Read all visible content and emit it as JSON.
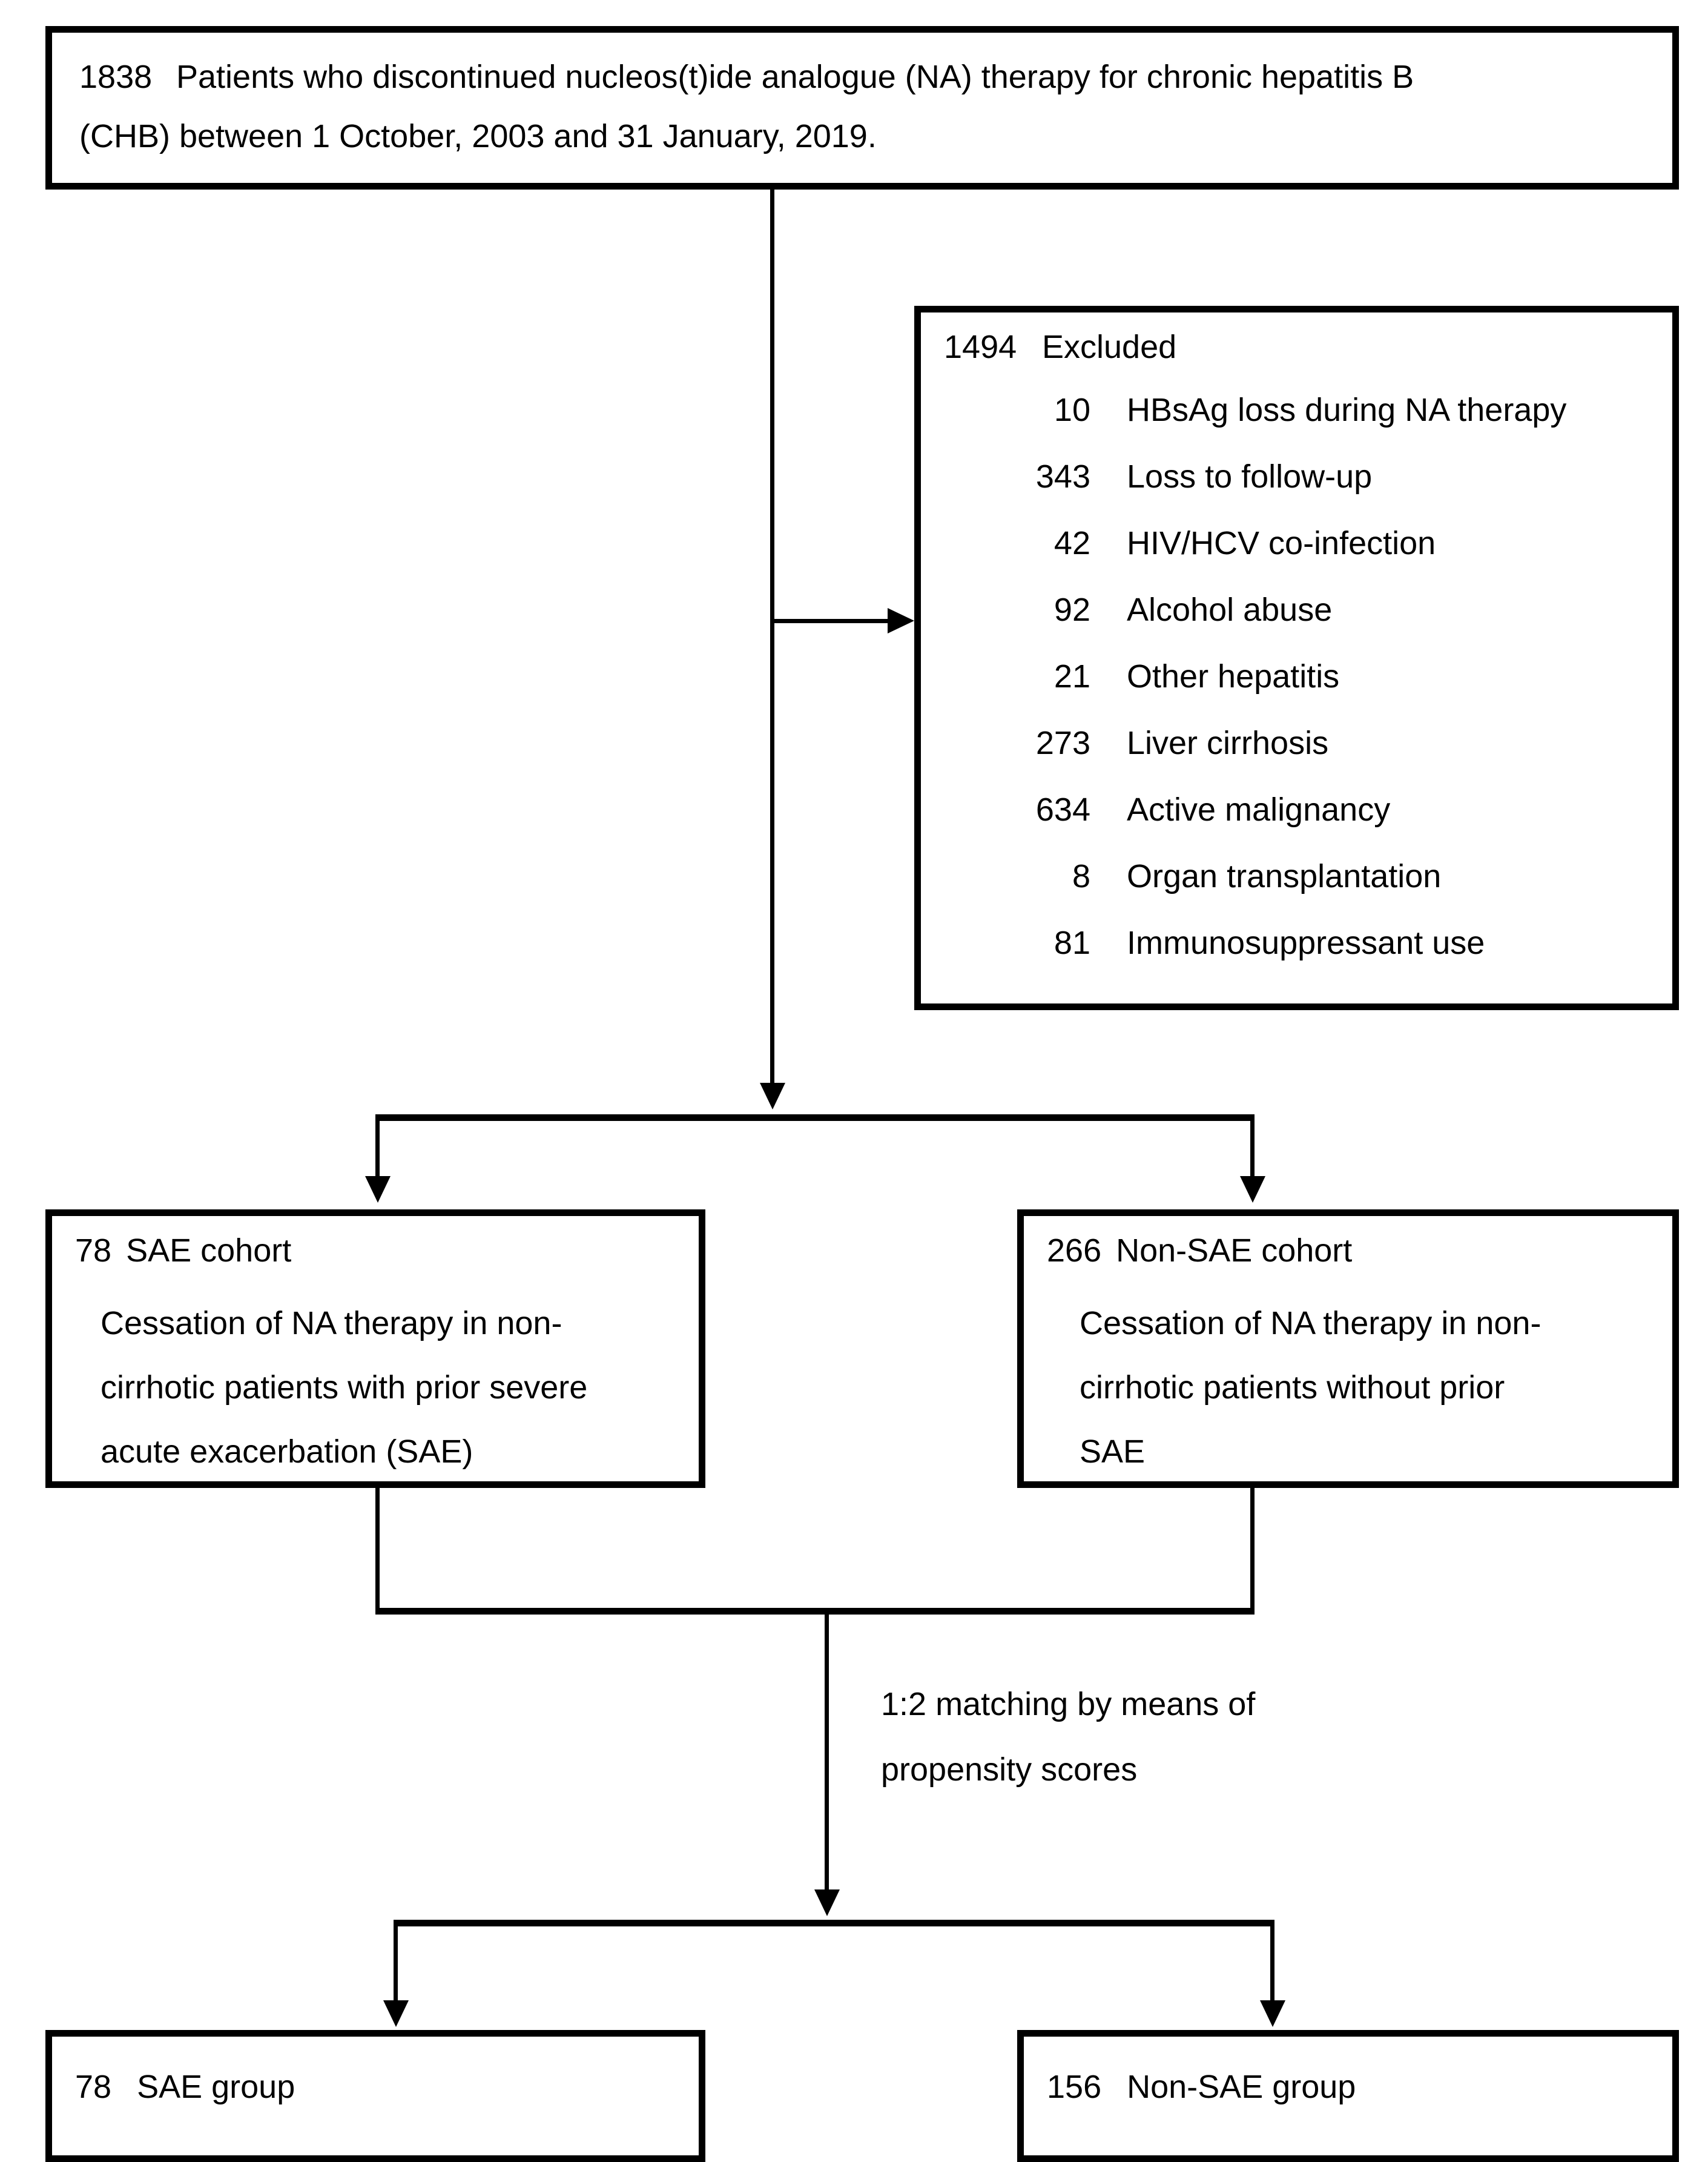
{
  "figure": {
    "type": "flowchart",
    "title": "Patient selection flow diagram"
  },
  "source_box": {
    "count": "1838",
    "line1": "Patients who discontinued nucleos(t)ide analogue (NA) therapy for chronic hepatitis B",
    "line2": "(CHB) between 1 October, 2003 and 31 January, 2019."
  },
  "excluded_box": {
    "count": "1494",
    "label": "Excluded",
    "reasons": [
      {
        "count": "10",
        "label": "HBsAg loss during NA therapy"
      },
      {
        "count": "343",
        "label": "Loss to follow-up"
      },
      {
        "count": "42",
        "label": "HIV/HCV co-infection"
      },
      {
        "count": "92",
        "label": "Alcohol abuse"
      },
      {
        "count": "21",
        "label": "Other hepatitis"
      },
      {
        "count": "273",
        "label": "Liver cirrhosis"
      },
      {
        "count": "634",
        "label": "Active malignancy"
      },
      {
        "count": "8",
        "label": "Organ transplantation"
      },
      {
        "count": "81",
        "label": "Immunosuppressant use"
      }
    ]
  },
  "sae_cohort": {
    "count": "78",
    "label": "SAE cohort",
    "desc_line1": "Cessation of NA therapy in non-",
    "desc_line2": "cirrhotic patients with prior severe",
    "desc_line3": "acute exacerbation (SAE)"
  },
  "non_sae_cohort": {
    "count": "266",
    "label": "Non-SAE cohort",
    "desc_line1": "Cessation of NA therapy in non-",
    "desc_line2": "cirrhotic patients without prior",
    "desc_line3": "SAE"
  },
  "matching_note": {
    "line1": "1:2 matching by means of",
    "line2": "propensity scores"
  },
  "sae_group": {
    "count": "78",
    "label": "SAE group"
  },
  "non_sae_group": {
    "count": "156",
    "label": "Non-SAE group"
  },
  "colors": {
    "stroke": "#000000",
    "background": "#ffffff"
  }
}
